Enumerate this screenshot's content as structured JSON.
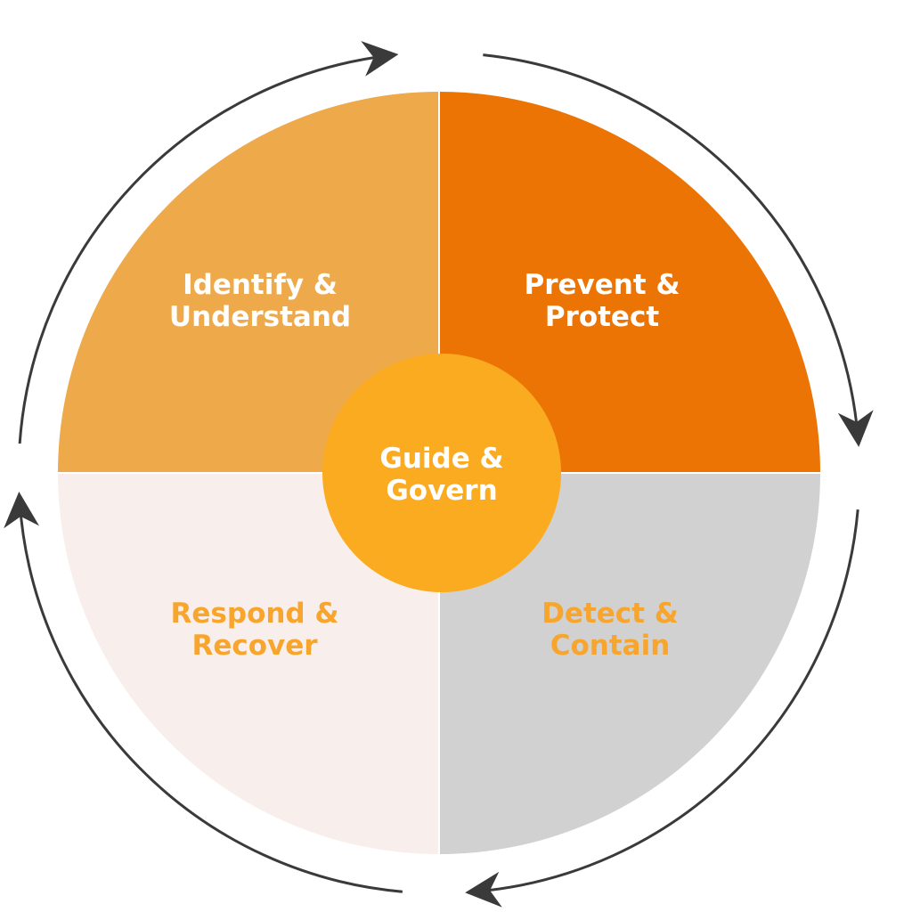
{
  "diagram": {
    "quadrants": [
      {
        "id": "identify",
        "line1": "Identify &",
        "line2": "Understand",
        "fill": "#EDA94A",
        "text_color": "#FFFFFF"
      },
      {
        "id": "prevent",
        "line1": "Prevent &",
        "line2": "Protect",
        "fill": "#EC7404",
        "text_color": "#FFFFFF"
      },
      {
        "id": "detect",
        "line1": "Detect &",
        "line2": "Contain",
        "fill": "#D1D1D1",
        "text_color": "#F7A52D"
      },
      {
        "id": "respond",
        "line1": "Respond &",
        "line2": "Recover",
        "fill": "#F8EFEC",
        "text_color": "#F7A52D"
      }
    ],
    "center": {
      "line1": "Guide &",
      "line2": "Govern",
      "fill": "#FBAB20",
      "text_color": "#FFFFFF"
    },
    "arrow_color": "#3A3A3A",
    "flow": "clockwise"
  }
}
